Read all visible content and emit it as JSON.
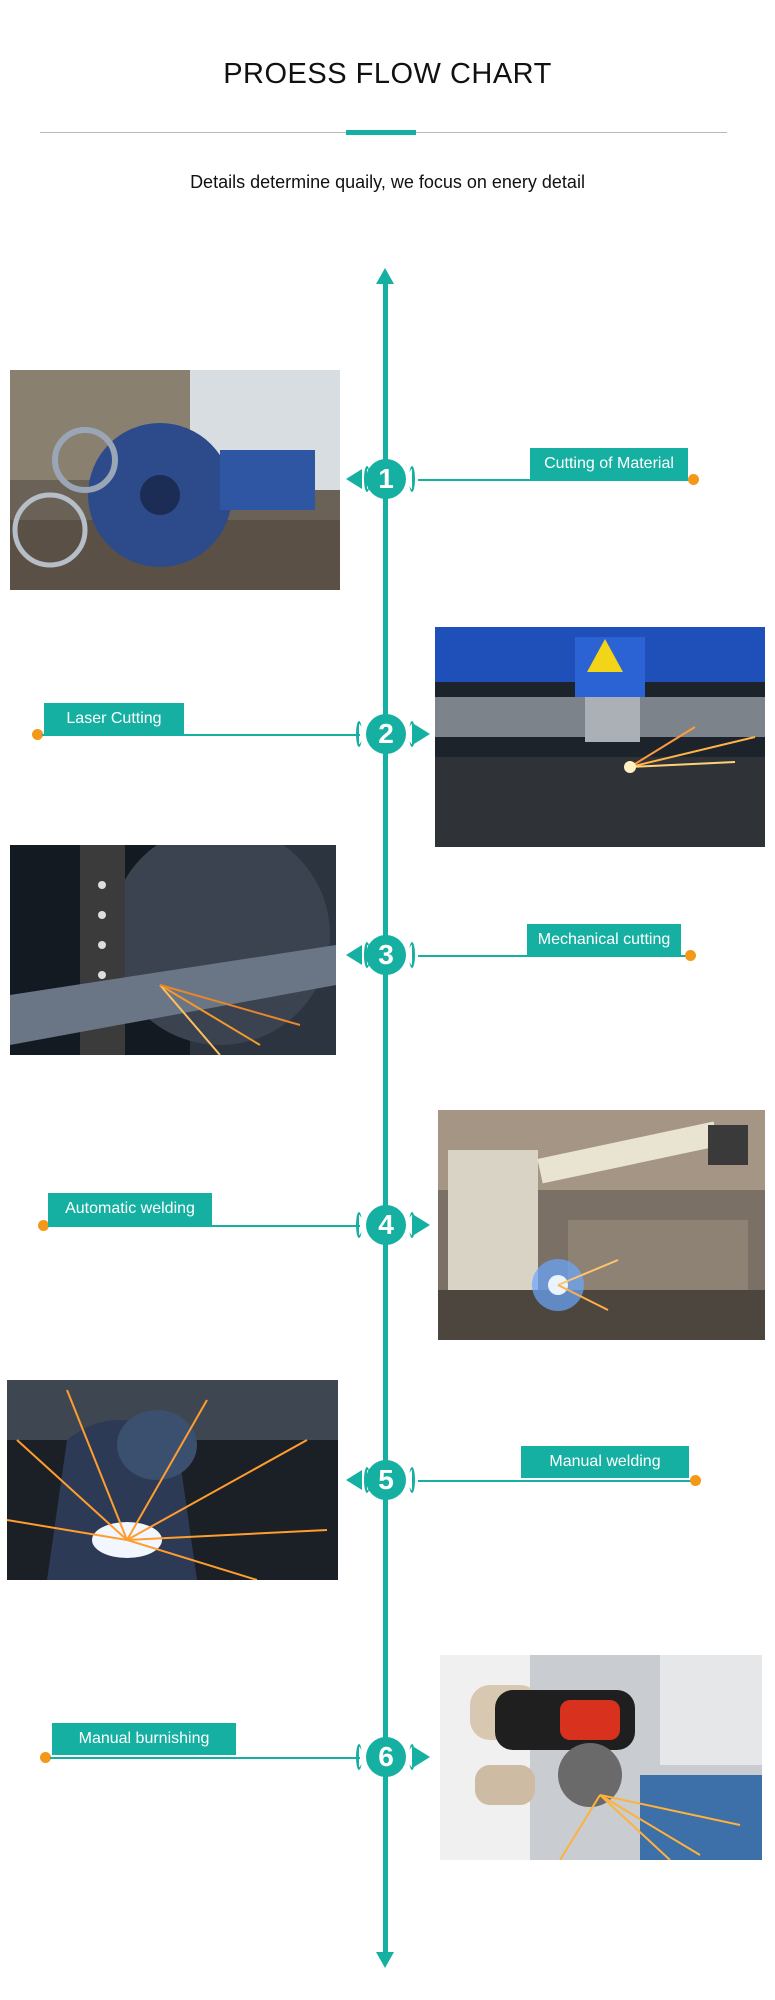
{
  "header": {
    "title": "PROESS FLOW CHART",
    "subtitle": "Details determine quaily, we focus on enery detail"
  },
  "colors": {
    "accent": "#16b0a2",
    "dot": "#f39819",
    "text": "#111111"
  },
  "steps": [
    {
      "number": "1",
      "label": "Cutting of Material",
      "photo_icon": "workshop-machinery-photo"
    },
    {
      "number": "2",
      "label": "Laser Cutting",
      "photo_icon": "laser-cutter-photo"
    },
    {
      "number": "3",
      "label": "Mechanical cutting",
      "photo_icon": "saw-sparks-photo"
    },
    {
      "number": "4",
      "label": "Automatic welding",
      "photo_icon": "robot-welder-photo"
    },
    {
      "number": "5",
      "label": "Manual welding",
      "photo_icon": "welder-sparks-photo"
    },
    {
      "number": "6",
      "label": "Manual burnishing",
      "photo_icon": "angle-grinder-photo"
    }
  ]
}
